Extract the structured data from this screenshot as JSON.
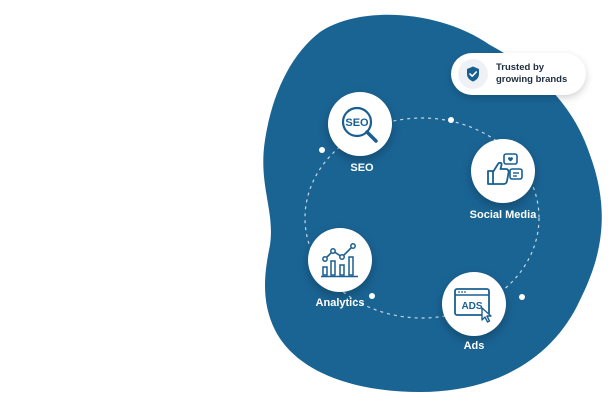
{
  "badge": {
    "line1": "Trusted by",
    "line2": "growing brands",
    "icon": "shield-check-icon"
  },
  "nodes": {
    "seo": {
      "label": "SEO",
      "icon_text": "SEO",
      "icon": "seo-magnifier-icon"
    },
    "social": {
      "label": "Social Media",
      "icon": "thumbs-up-chat-icon"
    },
    "ads": {
      "label": "Ads",
      "icon_text": "ADS",
      "icon": "ads-cursor-icon"
    },
    "analytics": {
      "label": "Analytics",
      "icon": "analytics-chart-icon"
    }
  },
  "colors": {
    "blob": "#1a6494",
    "icon_ink": "#1a5f92",
    "white": "#ffffff"
  }
}
